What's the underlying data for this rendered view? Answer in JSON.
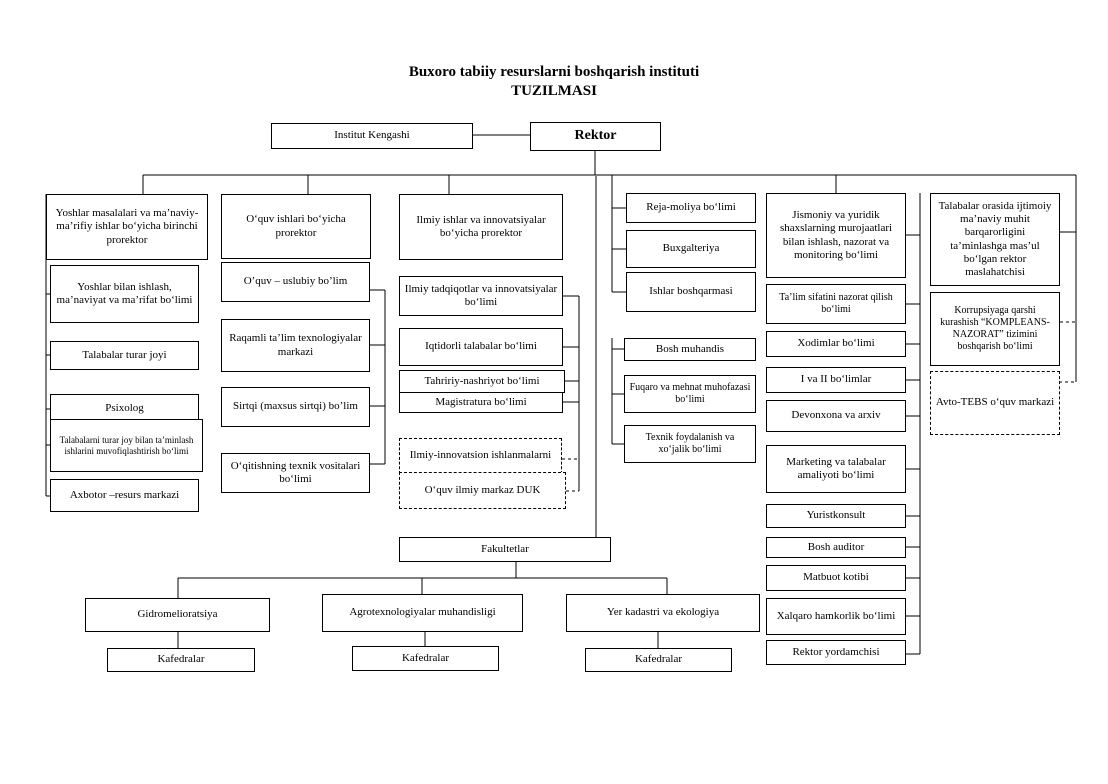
{
  "title": {
    "line1": "Buxoro tabiiy resurslarni boshqarish instituti",
    "line2": "TUZILMASI"
  },
  "top": {
    "council": "Institut Kengashi",
    "rector": "Rektor"
  },
  "col1": {
    "head": "Yoshlar masalalari va ma’naviy-ma’rifiy ishlar bo‘yicha birinchi prorektor",
    "items": [
      "Yoshlar bilan ishlash, ma’naviyat va ma’rifat bo‘limi",
      "Talabalar turar joyi",
      "Psixolog",
      "Talabalarni turar joy bilan ta’minlash ishlarini muvofiqlashtirish bo‘limi",
      "Axbotor –resurs markazi"
    ]
  },
  "col2": {
    "head": "O‘quv ishlari bo‘yicha prorektor",
    "items": [
      "O’quv – uslubiy bo’lim",
      "Raqamli ta’lim texnologiyalar markazi",
      "Sirtqi (maxsus sirtqi) bo’lim",
      "O‘qitishning texnik vositalari bo‘limi"
    ]
  },
  "col3": {
    "head": "Ilmiy ishlar va innovatsiyalar bo‘yicha prorektor",
    "items": [
      "Ilmiy tadqiqotlar va innovatsiyalar bo‘limi",
      "Iqtidorli talabalar bo‘limi",
      "Tahririy-nashriyot bo‘limi",
      "Magistratura bo‘limi"
    ],
    "dashed": [
      "Ilmiy-innovatsion ishlanmalarni",
      "O‘quv ilmiy markaz DUK"
    ]
  },
  "col4": {
    "items": [
      "Reja-moliya bo‘limi",
      "Buxgalteriya",
      "Ishlar boshqarmasi",
      "Bosh muhandis",
      "Fuqaro va mehnat muhofazasi bo‘limi",
      "Texnik foydalanish va xo‘jalik bo‘limi"
    ]
  },
  "col5": {
    "items": [
      "Jismoniy va yuridik shaxslarning murojaatlari bilan ishlash, nazorat va monitoring bo‘limi",
      "Ta’lim sifatini nazorat qilish bo‘limi",
      "Xodimlar bo‘limi",
      "I va II bo‘limlar",
      "Devonxona va arxiv",
      "Marketing va talabalar amaliyoti bo‘limi",
      "Yuristkonsult",
      "Bosh auditor",
      "Matbuot kotibi",
      "Xalqaro hamkorlik bo‘limi",
      "Rektor yordamchisi"
    ]
  },
  "col6": {
    "items": [
      "Talabalar orasida ijtimoiy ma’naviy muhit barqarorligini ta’minlashga mas’ul bo‘lgan rektor maslahatchisi",
      "Korrupsiyaga qarshi kurashish “KOMPLEANS-NAZORAT” tizimini boshqarish bo‘limi"
    ],
    "dashed": "Avto-TEBS o‘quv markazi"
  },
  "faculties": {
    "label": "Fakultetlar",
    "items": [
      {
        "name": "Gidromelioratsiya",
        "dept": "Kafedralar"
      },
      {
        "name": "Agrotexnologiyalar muhandisligi",
        "dept": "Kafedralar"
      },
      {
        "name": "Yer kadastri va ekologiya",
        "dept": "Kafedralar"
      }
    ]
  }
}
